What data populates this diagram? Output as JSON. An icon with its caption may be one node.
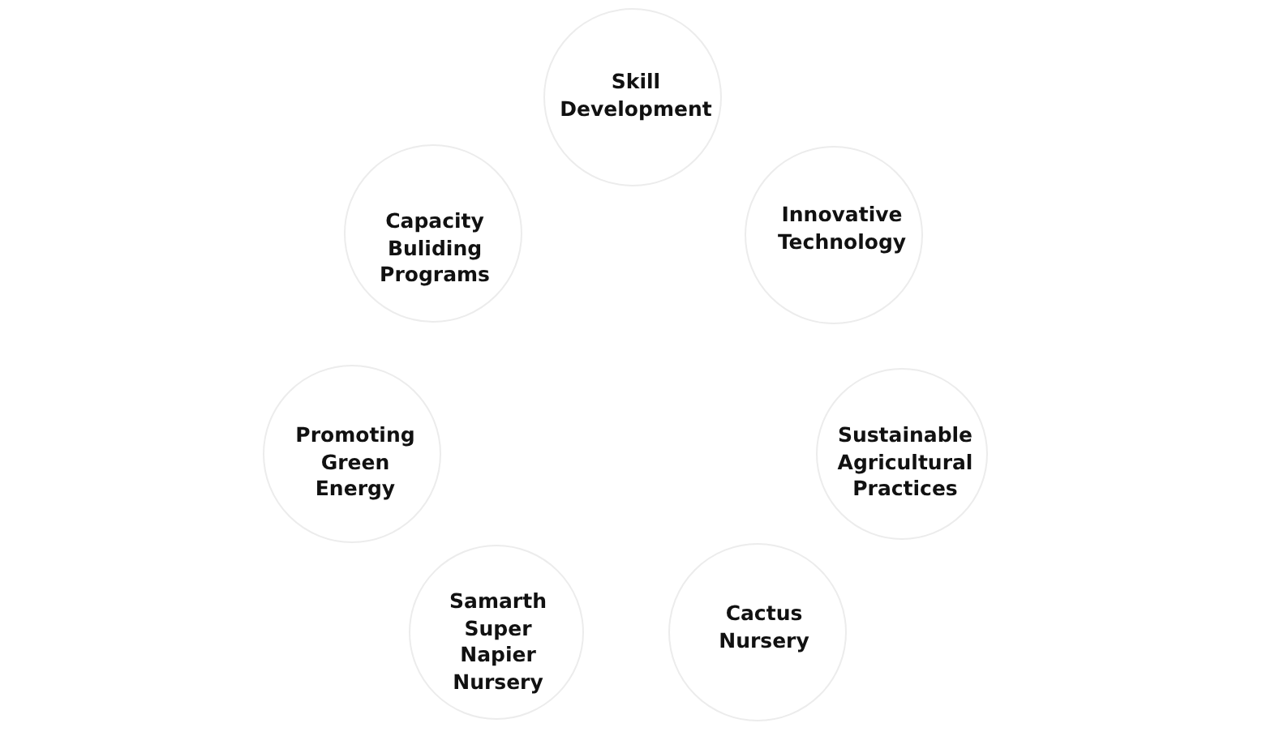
{
  "diagram": {
    "nodes": [
      {
        "text": [
          "Skill Development"
        ]
      },
      {
        "text": [
          "Capacity Buliding Programs"
        ]
      },
      {
        "text": [
          "Innovative Technology"
        ]
      },
      {
        "text": [
          "Promoting Green Energy"
        ]
      },
      {
        "text": [
          "Sustainable Agricultural Practices"
        ]
      },
      {
        "text": [
          "Samarth Super Napier Nursery"
        ]
      },
      {
        "text": [
          "Cactus Nursery"
        ]
      }
    ]
  }
}
